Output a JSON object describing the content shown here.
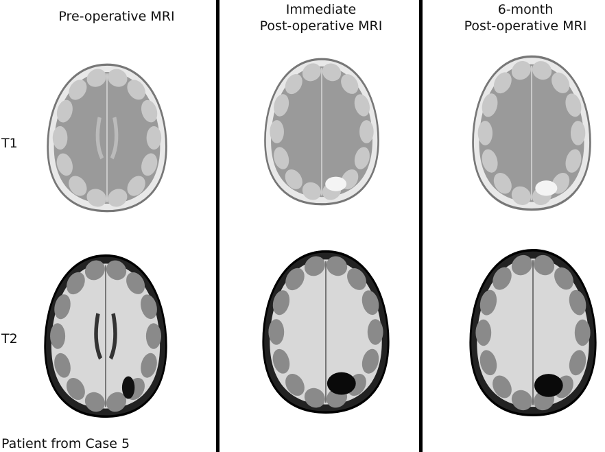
{
  "columns": [
    {
      "title_lines": [
        "Pre-operative MRI"
      ]
    },
    {
      "title_lines": [
        "Immediate",
        "Post-operative MRI"
      ]
    },
    {
      "title_lines": [
        "6-month",
        "Post-operative MRI"
      ]
    }
  ],
  "rows": [
    {
      "label": "T1"
    },
    {
      "label": "T2"
    }
  ],
  "caption": "Patient from Case 5"
}
